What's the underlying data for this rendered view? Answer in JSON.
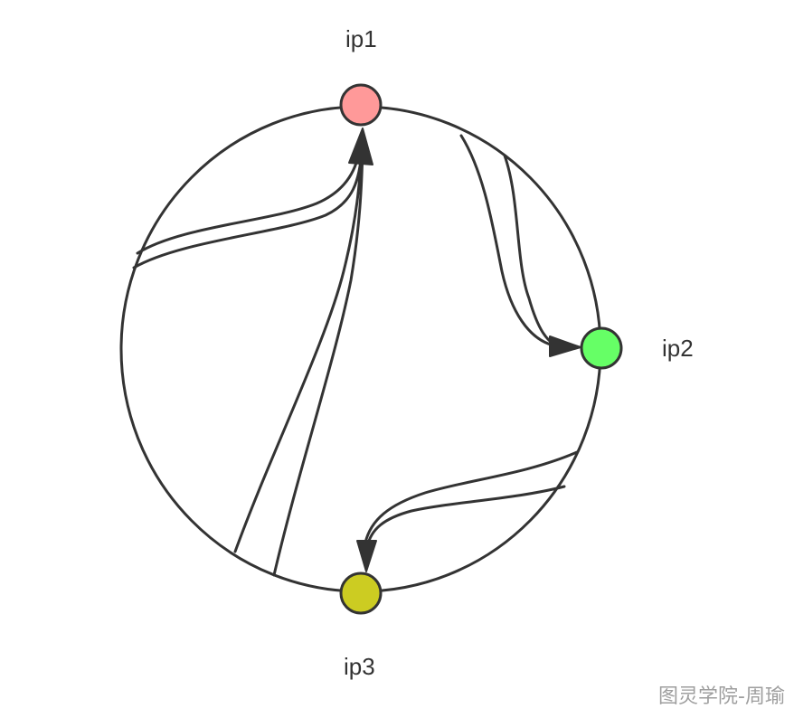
{
  "nodes": [
    {
      "id": "ip1",
      "label": "ip1",
      "color": "#ff9999"
    },
    {
      "id": "ip2",
      "label": "ip2",
      "color": "#66ff66"
    },
    {
      "id": "ip3",
      "label": "ip3",
      "color": "#cccc22"
    }
  ],
  "edges": [
    {
      "from": "arc-ip3-ip1",
      "to": "ip1"
    },
    {
      "from": "arc-ip1-ip2",
      "to": "ip2"
    },
    {
      "from": "arc-ip2-ip3",
      "to": "ip3"
    }
  ],
  "style": {
    "stroke_color": "#333333",
    "ring_color": "#333333"
  },
  "watermark": "图灵学院-周瑜"
}
